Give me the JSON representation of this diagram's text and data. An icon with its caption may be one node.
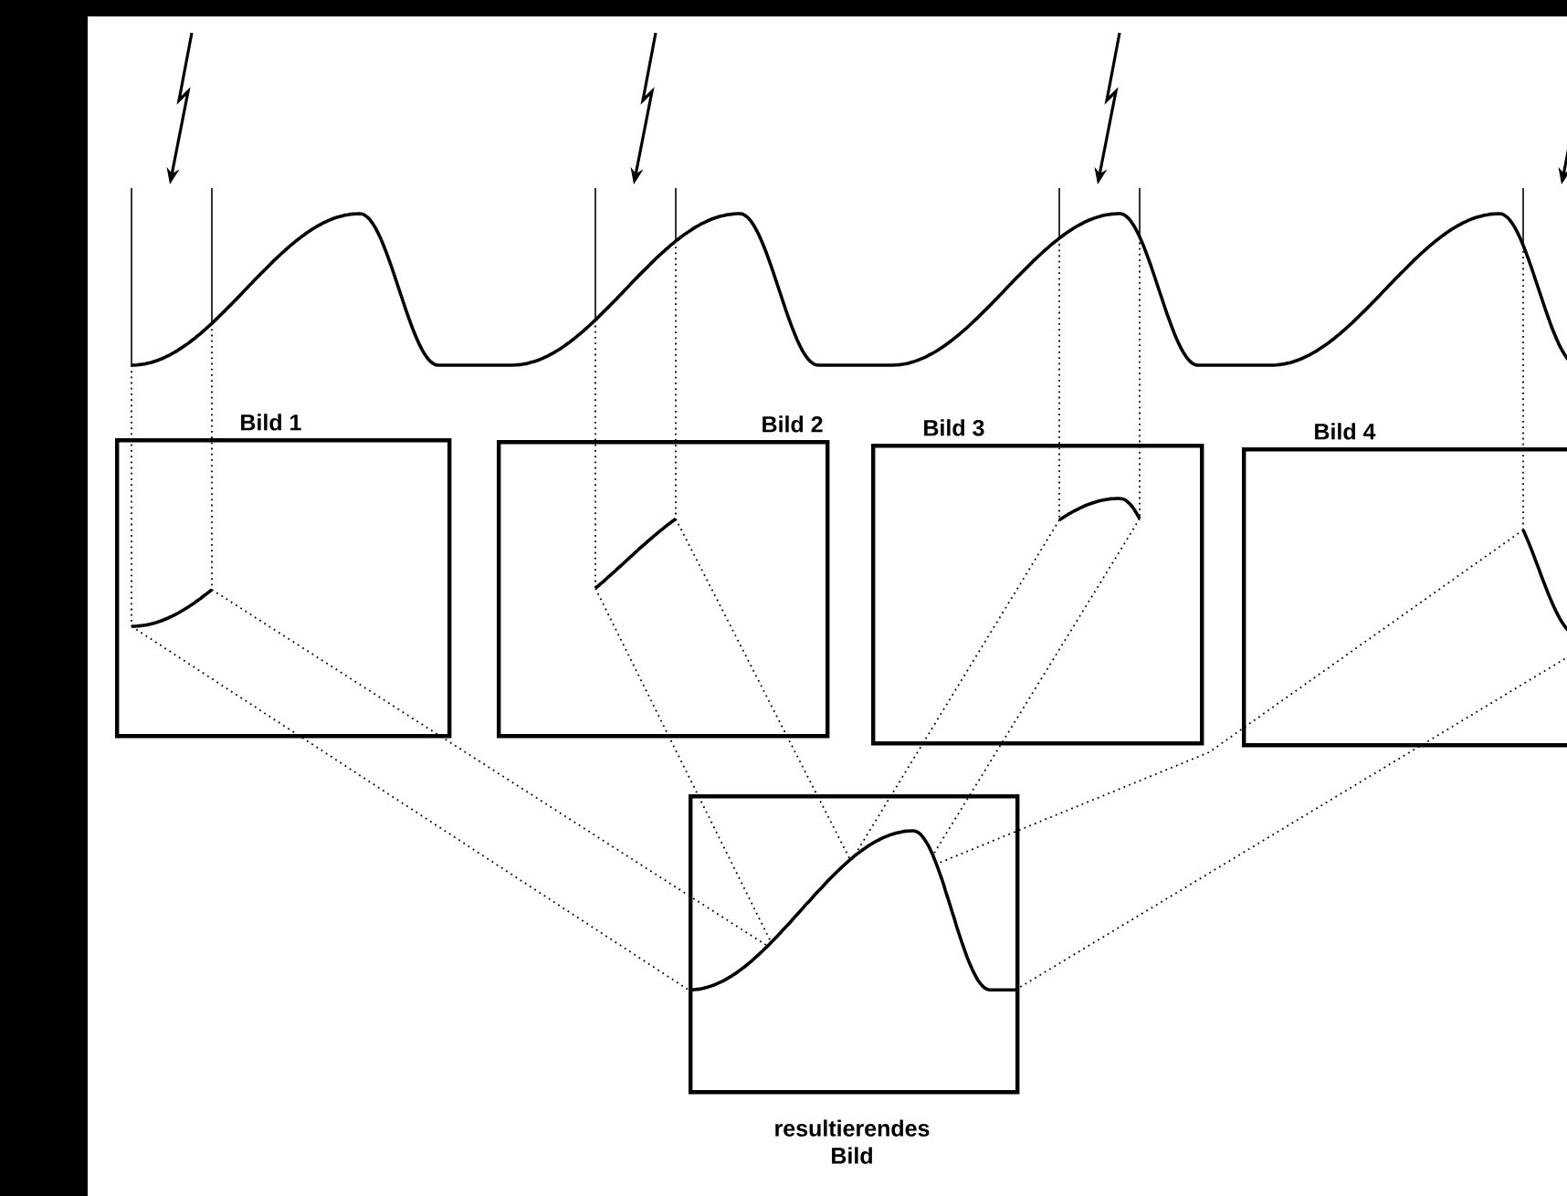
{
  "diagram": {
    "nodes": [
      {
        "text": [
          "Bild 1"
        ]
      },
      {
        "text": [
          "Bild 2"
        ]
      },
      {
        "text": [
          "Bild 3"
        ]
      },
      {
        "text": [
          "Bild 4"
        ]
      },
      {
        "text": [
          "resultierendes Bild"
        ]
      }
    ],
    "edges": [
      {
        "from": 0,
        "to": 4,
        "arrow": "none",
        "style": "dashed"
      },
      {
        "from": 0,
        "to": 4,
        "arrow": "none",
        "style": "dashed"
      },
      {
        "from": 1,
        "to": 4,
        "arrow": "none",
        "style": "dashed"
      },
      {
        "from": 1,
        "to": 4,
        "arrow": "none",
        "style": "dashed"
      },
      {
        "from": 2,
        "to": 4,
        "arrow": "none",
        "style": "dashed"
      },
      {
        "from": 2,
        "to": 4,
        "arrow": "none",
        "style": "dashed"
      },
      {
        "from": 3,
        "to": 4,
        "arrow": "none",
        "style": "dashed"
      },
      {
        "from": 3,
        "to": 4,
        "arrow": "none",
        "style": "dashed"
      }
    ]
  }
}
